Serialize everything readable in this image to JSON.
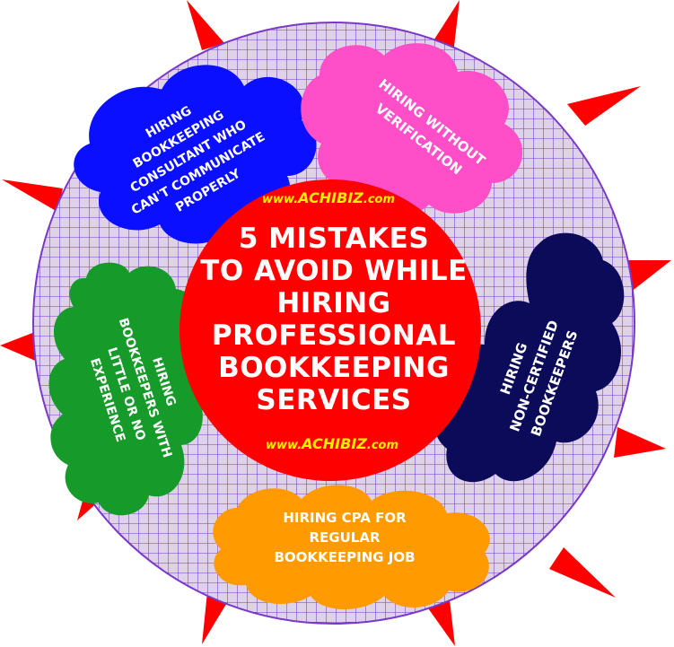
{
  "center": {
    "lines": [
      "5 MISTAKES",
      "TO AVOID WHILE",
      "HIRING",
      "PROFESSIONAL",
      "BOOKKEEPING",
      "SERVICES"
    ],
    "url_prefix": "www.",
    "url_brand": "ACHIBIZ",
    "url_suffix": ".com"
  },
  "clouds": [
    {
      "id": "consultant",
      "color": "#0a10ff",
      "lines": [
        "HIRING",
        "BOOKKEEPING",
        "CONSULTANT WHO",
        "CAN'T COMMUNICATE",
        "PROPERLY"
      ]
    },
    {
      "id": "verification",
      "color": "#ff4fc8",
      "lines": [
        "HIRING WITHOUT",
        "VERIFICATION"
      ]
    },
    {
      "id": "non-certified",
      "color": "#0b0b5a",
      "lines": [
        "HIRING",
        "NON-CERTIFIED",
        "BOOKKEEPERS"
      ]
    },
    {
      "id": "cpa",
      "color": "#ff9a00",
      "lines": [
        "HIRING CPA FOR",
        "REGULAR",
        "BOOKKEEPING JOB"
      ]
    },
    {
      "id": "little-experience",
      "color": "#169a2a",
      "lines": [
        "HIRING",
        "BOOKKEEPERS WITH",
        "LITTLE OR NO",
        "EXPERIENCE"
      ]
    }
  ],
  "colors": {
    "outer_ring": "#cfc0dd",
    "grid_line": "#7a38c8",
    "spike": "#ff0000",
    "center_circle": "#ff0000",
    "text": "#ffffff",
    "url": "#ffee00"
  }
}
